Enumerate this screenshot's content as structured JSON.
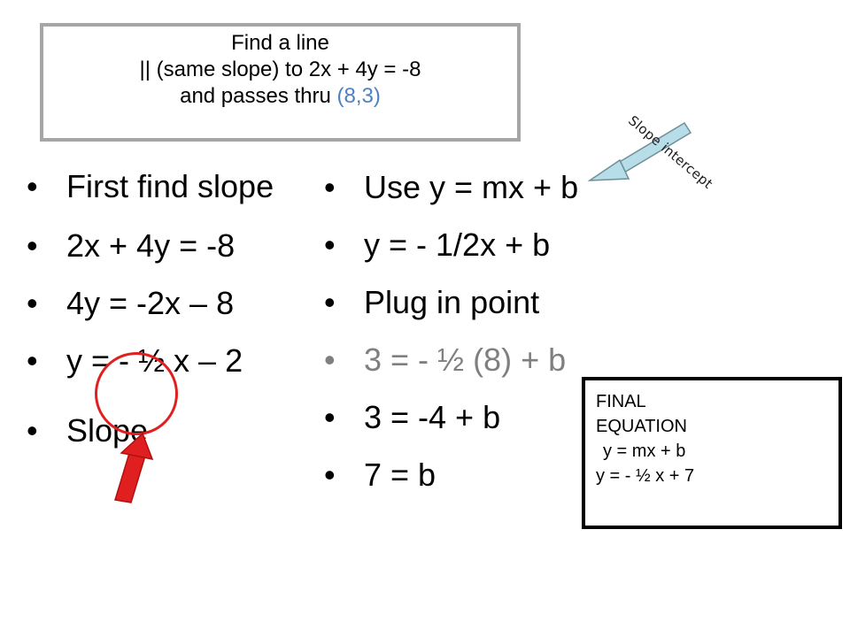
{
  "title": {
    "line1": "Find a line",
    "line2": "|| (same slope)  to 2x + 4y = -8",
    "line3_prefix": "and passes thru ",
    "line3_point": "(8,3)"
  },
  "left_steps": [
    "First find slope",
    "2x + 4y = -8",
    "4y = -2x – 8",
    "y = - ½ x – 2",
    "Slope"
  ],
  "right_steps": [
    "Use y = mx + b",
    "y = - 1/2x + b",
    "Plug in point",
    "3 = - ½ (8) + b",
    "3 =  -4 + b",
    "7 = b"
  ],
  "bullet_char": "•",
  "final_box": {
    "line1": "FINAL",
    "line2": "EQUATION",
    "line3": "y = mx + b",
    "line4": "y = - ½ x + 7"
  },
  "annotation": {
    "slope_intercept_label": "Slope intercept"
  },
  "colors": {
    "title_border": "#a6a6a6",
    "point_highlight": "#4f81bd",
    "gray_step": "#7f7f7f",
    "circle": "#e02020",
    "red_arrow": "#e02020",
    "blue_arrow": "#b7dde8"
  }
}
